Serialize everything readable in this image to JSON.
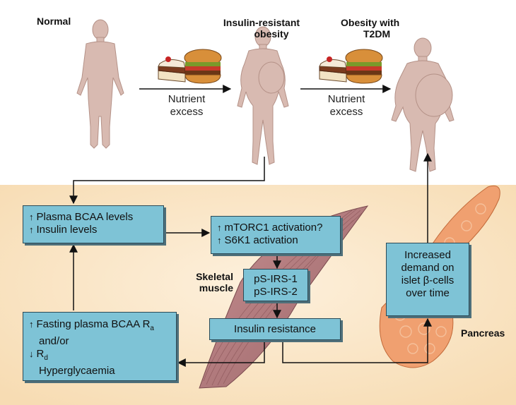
{
  "stages": {
    "normal": "Normal",
    "insulin_resistant_1": "Insulin-resistant",
    "insulin_resistant_2": "obesity",
    "obesity_t2dm_1": "Obesity with",
    "obesity_t2dm_2": "T2DM"
  },
  "nutrient": {
    "line1": "Nutrient",
    "line2": "excess"
  },
  "boxes": {
    "plasma": {
      "arrow": "↑",
      "line1": "Plasma BCAA levels",
      "line2": "Insulin levels"
    },
    "mtorc": {
      "arrow": "↑",
      "line1": "mTORC1 activation?",
      "line2": "S6K1 activation"
    },
    "ps_irs": {
      "line1": "pS-IRS-1",
      "line2": "pS-IRS-2"
    },
    "insulin_resistance": {
      "text": "Insulin resistance"
    },
    "fasting": {
      "up_arrow": "↑",
      "line1": "Fasting plasma BCAA R",
      "line1_sub": "a",
      "line2": "and/or",
      "down_arrow": "↓",
      "line3": "R",
      "line3_sub": "d",
      "line4": "Hyperglycaemia"
    },
    "demand": {
      "line1": "Increased",
      "line2": "demand on",
      "line3": "islet β-cells",
      "line4": "over time"
    }
  },
  "tissues": {
    "skeletal_1": "Skeletal",
    "skeletal_2": "muscle",
    "pancreas": "Pancreas"
  },
  "colors": {
    "panel_bg": "#fbe6c6",
    "box_fill": "#7ec3d6",
    "box_border": "#2b4a57",
    "body_fill": "#d8bab1",
    "muscle_fill": "#b07a7e",
    "pancreas_fill": "#f0a070"
  }
}
